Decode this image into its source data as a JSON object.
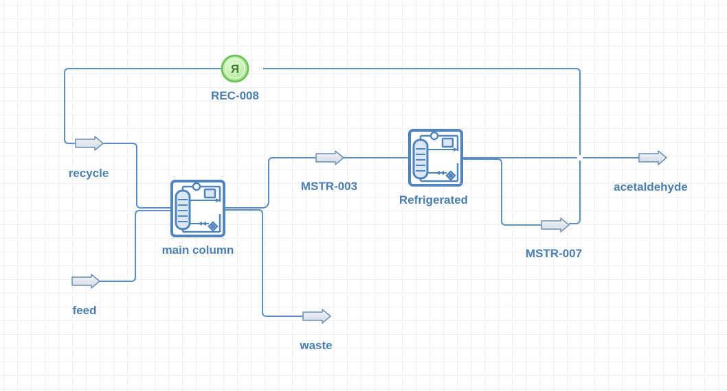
{
  "diagram": {
    "colors": {
      "stream": "#5b8fc7",
      "unit": "#4f84bd",
      "label": "#4a7eb3",
      "arrow_fill": "#dde5ee",
      "arrow_stroke": "#6a8fb5",
      "recycle_fill": "#c6f2b3",
      "recycle_ring": "#6fc35a",
      "recycle_text": "#3f7a2c"
    },
    "units": {
      "main_column": {
        "label": "main column",
        "icon": "distillation-column-icon"
      },
      "refrigerated": {
        "label": "Refrigerated",
        "icon": "distillation-column-icon"
      }
    },
    "recycle": {
      "label": "REC-008",
      "symbol": "R",
      "icon": "recycle-block-icon"
    },
    "streams": {
      "recycle": "recycle",
      "feed": "feed",
      "waste": "waste",
      "mstr003": "MSTR-003",
      "mstr007": "MSTR-007",
      "acetaldehyde": "acetaldehyde"
    }
  }
}
